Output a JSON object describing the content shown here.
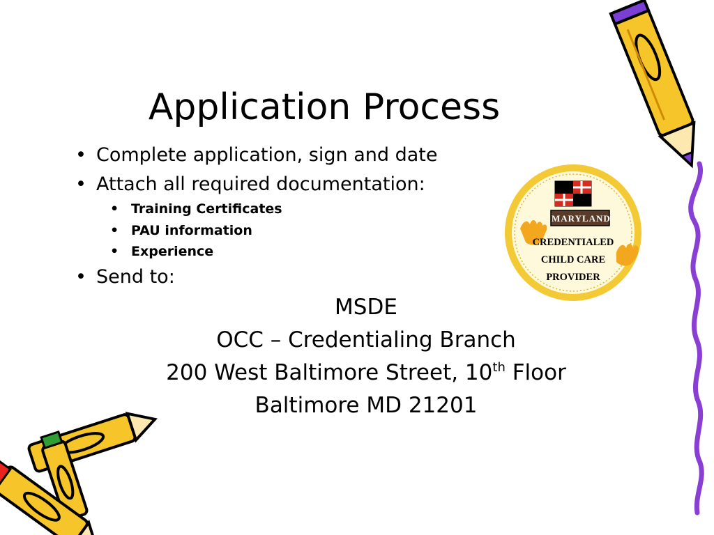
{
  "slide": {
    "title": "Application Process",
    "bullets": [
      {
        "text": "Complete application, sign and date"
      },
      {
        "text": "Attach all required documentation:"
      },
      {
        "text": "Send to:"
      }
    ],
    "sub_bullets": [
      {
        "text": "Training Certificates"
      },
      {
        "text": "PAU information"
      },
      {
        "text": "Experience"
      }
    ],
    "bullet_glyph": "•",
    "address": {
      "line1": "MSDE",
      "line2": "OCC – Credentialing Branch",
      "line3_before": "200 West Baltimore Street, 10",
      "line3_sup": "th",
      "line3_after": " Floor",
      "line4": "Baltimore MD 21201"
    },
    "seal": {
      "banner": "MARYLAND",
      "line1": "CREDENTIALED",
      "line2": "CHILD CARE",
      "line3": "PROVIDER"
    },
    "colors": {
      "seal_ring": "#f3c935",
      "seal_fill": "#fff9dc",
      "pencil_yellow": "#f6c52a",
      "pencil_purple": "#7b3fd6",
      "crayon_red": "#e8251c",
      "crayon_green": "#2f9e35",
      "squiggle": "#8a3fd4"
    }
  }
}
